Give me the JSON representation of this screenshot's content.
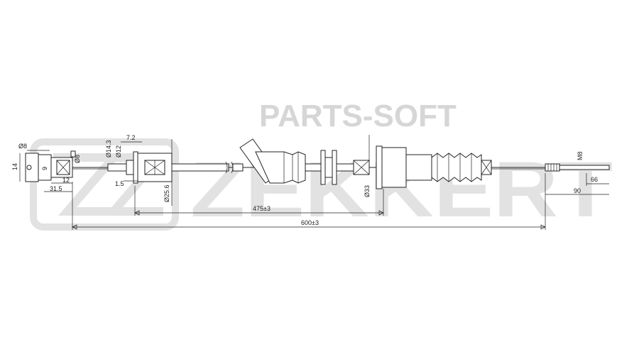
{
  "watermark": {
    "top_text": "PARTS-SOFT",
    "brand_text": "ZEKKERT",
    "top_color": "#d6d6d6",
    "brand_color": "#e2e2e2"
  },
  "dimensions": {
    "d8_left": "Ø8",
    "h14": "14",
    "h9": "9",
    "w12": "12",
    "w31_5": "31.5",
    "d8_mid": "Ø8",
    "d14_3": "Ø14.3",
    "d12": "Ø12",
    "w7_2": "7.2",
    "w1_5": "1.5",
    "d25_6": "Ø25.6",
    "len475": "475±3",
    "d33": "Ø33",
    "m8": "M8",
    "w66": "66",
    "w90": "90",
    "len600": "600±3"
  }
}
